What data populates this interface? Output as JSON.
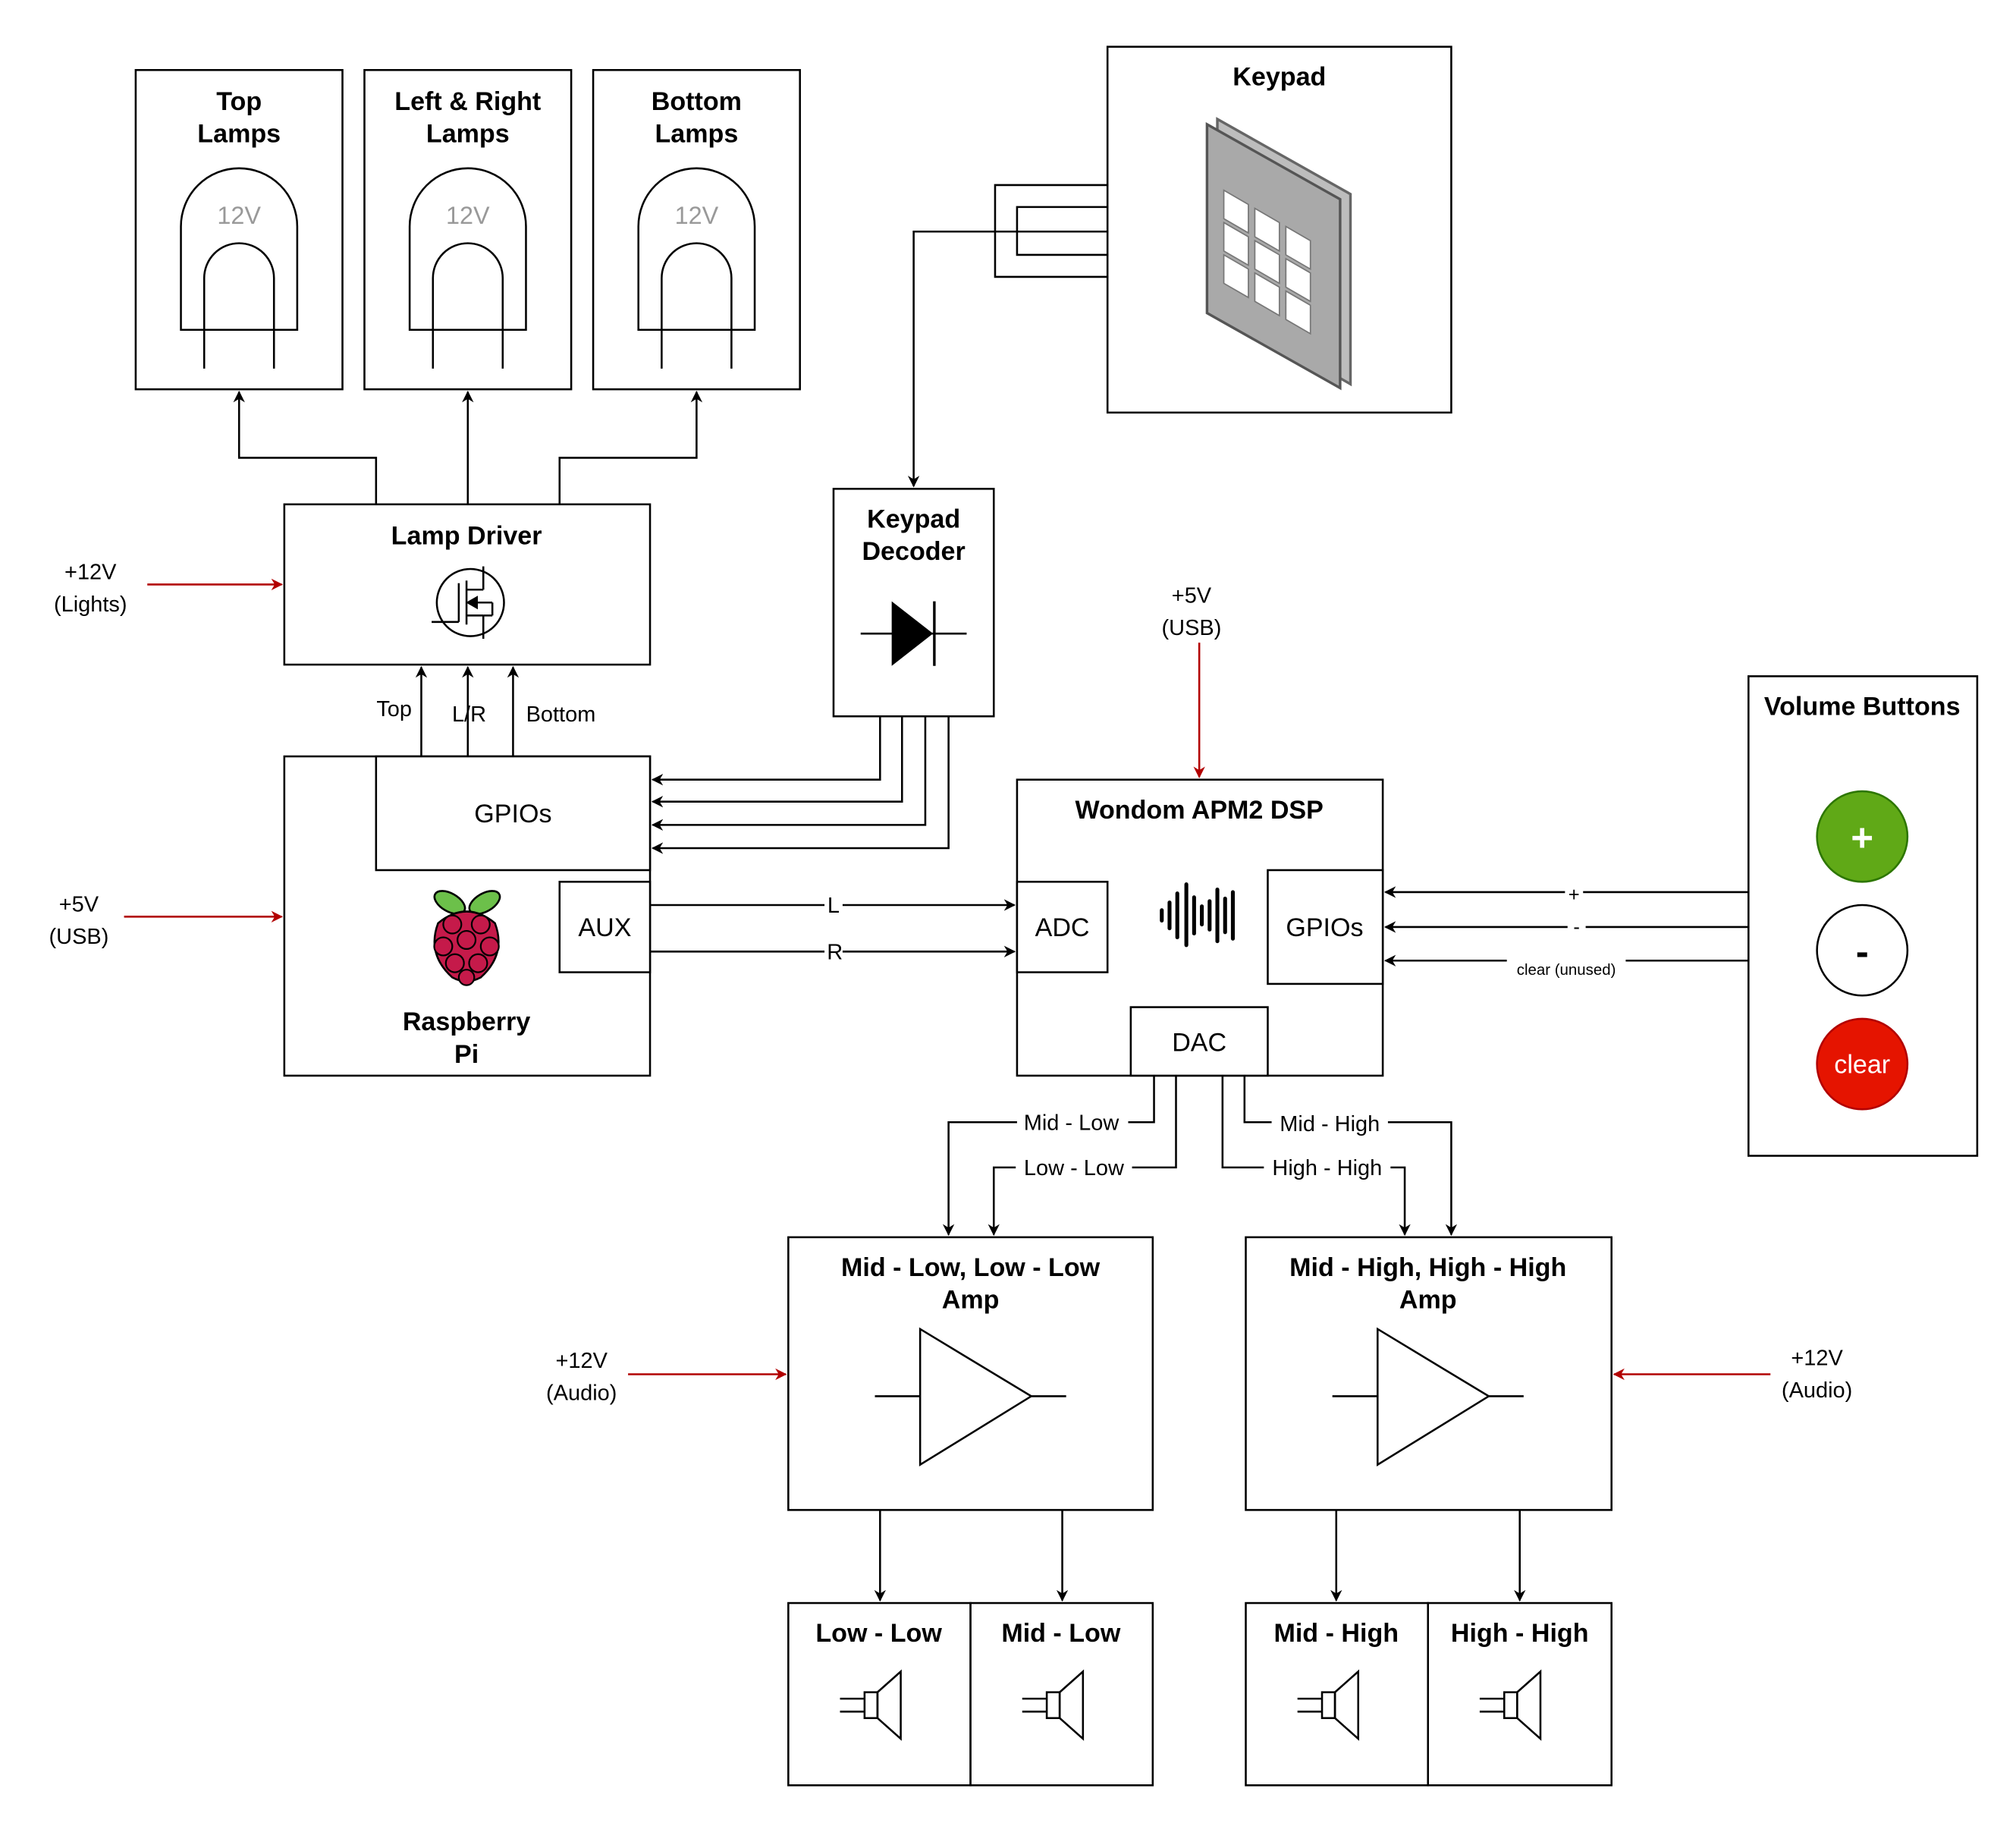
{
  "lamps": {
    "top": [
      "Top",
      "Lamps"
    ],
    "leftright": [
      "Left & Right",
      "Lamps"
    ],
    "bottom": [
      "Bottom",
      "Lamps"
    ],
    "voltage": "12V"
  },
  "keypad": {
    "title": "Keypad"
  },
  "lamp_driver": {
    "title": "Lamp Driver"
  },
  "keypad_decoder": {
    "title": [
      "Keypad",
      "Decoder"
    ]
  },
  "rpi": {
    "title": [
      "Raspberry",
      "Pi"
    ],
    "gpio": "GPIOs",
    "aux": "AUX",
    "gpio_labels": {
      "top": "Top",
      "lr": "L/R",
      "bottom": "Bottom"
    }
  },
  "power": {
    "lights": [
      "+12V",
      "(Lights)"
    ],
    "usb_rpi": [
      "+5V",
      "(USB)"
    ],
    "usb_dsp": [
      "+5V",
      "(USB)"
    ],
    "audio_left": [
      "+12V",
      "(Audio)"
    ],
    "audio_right": [
      "+12V",
      "(Audio)"
    ]
  },
  "dsp": {
    "title": "Wondom APM2 DSP",
    "adc": "ADC",
    "gpio": "GPIOs",
    "dac": "DAC",
    "aux_labels": {
      "l": "L",
      "r": "R"
    }
  },
  "volume": {
    "title": "Volume Buttons",
    "plus": "+",
    "minus": "-",
    "clear": "clear",
    "line_labels": {
      "plus": "+",
      "minus": "-",
      "clear": "clear (unused)"
    },
    "colors": {
      "plus": "#60a917",
      "minus": "#ffffff",
      "clear": "#e51400"
    }
  },
  "dac_outputs": {
    "mid_low": "Mid - Low",
    "low_low": "Low - Low",
    "mid_high": "Mid - High",
    "high_high": "High - High"
  },
  "amps": {
    "low": [
      "Mid - Low, Low - Low",
      "Amp"
    ],
    "high": [
      "Mid - High, High - High",
      "Amp"
    ]
  },
  "speakers": {
    "low_low": "Low - Low",
    "mid_low": "Mid - Low",
    "mid_high": "Mid - High",
    "high_high": "High - High"
  },
  "colors": {
    "power_arrow": "#b20000",
    "line": "#000000",
    "lamp_voltage": "#999999"
  }
}
